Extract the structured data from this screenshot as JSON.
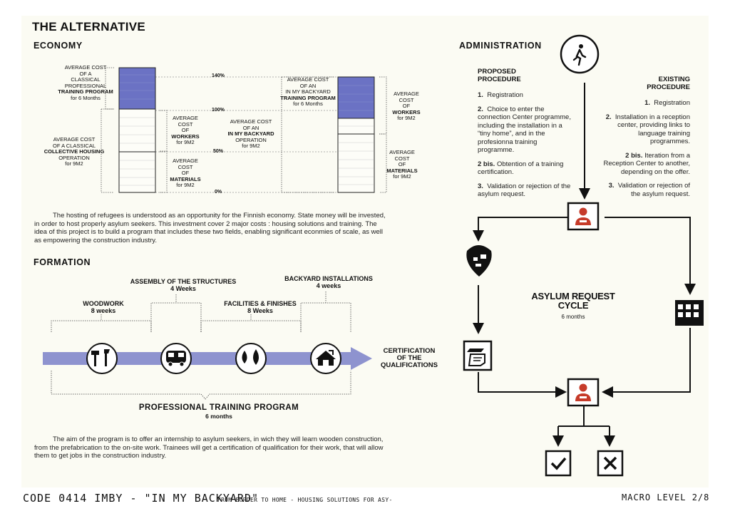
{
  "page_title": "THE ALTERNATIVE",
  "economy": {
    "heading": "ECONOMY",
    "percent_labels": [
      "140%",
      "100%",
      "50%",
      "0%"
    ],
    "labels": {
      "training_lead": "AVERAGE COST\nOF A\nCLASSICAL\nPROFESSIONAL",
      "training_bold": "TRAINING PROGRAM",
      "training_tail": "for 6 Months",
      "collective_lead": "AVERAGE COST\nOF A CLASSICAL",
      "collective_bold": "COLLECTIVE HOUSING",
      "collective_tail": "OPERATION\nfor 9M2",
      "workers_lead": "AVERAGE COST\nOF",
      "workers_bold": "WORKERS",
      "workers_tail": "for 9M2",
      "materials_lead": "AVERAGE COST\nOF",
      "materials_bold": "MATERIALS",
      "materials_tail": "for 9M2",
      "backyard_op_lead": "AVERAGE COST\nOF AN",
      "backyard_op_bold": "IN MY BACKYARD",
      "backyard_op_tail": "OPERATION\nfor 9M2",
      "backyard_tr_lead": "AVERAGE COST\nOF AN\nIN MY BACKYARD",
      "backyard_tr_bold": "TRAINING PROGRAM",
      "backyard_tr_tail": "for 6 Months",
      "workers2_lead": "AVERAGE COST\nOF",
      "workers2_bold": "WORKERS",
      "workers2_tail": "for 9M2",
      "materials2_lead": "AVERAGE COST\nOF",
      "materials2_bold": "MATERIALS",
      "materials2_tail": "for 9M2"
    },
    "paragraph": "The hosting of refugees is understood as an opportunity for the Finnish economy. State money will be invested, in order to host properly asylum seekers. This investment cover 2 major costs : housing solutions and training. The idea of this project is to build a program that includes these two fields, enabling significant econmies of scale, as well as empowering the construction industry.",
    "colors": {
      "training": "#6b72c4",
      "frame": "#222222"
    }
  },
  "formation": {
    "heading": "FORMATION",
    "stages": [
      {
        "title": "WOODWORK",
        "duration": "8 weeks"
      },
      {
        "title": "ASSEMBLY OF THE STRUCTURES",
        "duration": "4 Weeks"
      },
      {
        "title": "FACILITIES  & FINISHES",
        "duration": "8 Weeks"
      },
      {
        "title": "BACKYARD INSTALLATIONS",
        "duration": "4 weeks"
      }
    ],
    "arrow_end": "CERTIFICATION\nOF THE\nQUALIFICATIONS",
    "program_title": "PROFESSIONAL TRAINING PROGRAM",
    "program_duration": "6 months",
    "paragraph": "The aim of the program is to offer an internship to asylum seekers, in wich they will learn wooden construction, from the prefabrication to the on-site work. Trainees will get a certification of qualification for their work, that will allow them to get jobs in the construction industry.",
    "icons": [
      "tools-icon",
      "truck-icon",
      "drops-icon",
      "house-icon"
    ],
    "arrow_color": "#8e93cf"
  },
  "administration": {
    "heading": "ADMINISTRATION",
    "proposed": {
      "title": "PROPOSED\nPROCEDURE",
      "steps": [
        {
          "num": "1.",
          "text": "Registration"
        },
        {
          "num": "2.",
          "text": "Choice to enter the connection Center programme, including the installation in a “tiny home”, and in the profesionna training programme."
        },
        {
          "num": "2 bis.",
          "text": "Obtention of a training certification."
        },
        {
          "num": "3.",
          "text": "Validation or rejection of the asylum request."
        }
      ]
    },
    "existing": {
      "title": "EXISTING\nPROCEDURE",
      "steps": [
        {
          "num": "1.",
          "text": "Registration"
        },
        {
          "num": "2.",
          "text": "Installation in a reception center, providing links to  language training programmes."
        },
        {
          "num": "2 bis.",
          "text": "Iteration  from a Reception Center to another, depending on the offer."
        },
        {
          "num": "3.",
          "text": "Validation or  rejection of the asylum request."
        }
      ]
    },
    "cycle_title": "ASYLUM REQUEST\nCYCLE",
    "cycle_duration": "6 months",
    "icon_color": "#c63b2a"
  },
  "footer": {
    "left": "CODE 0414  IMBY - \"IN MY BACKYARD\"",
    "middle": "FROM BORDER TO HOME - HOUSING SOLUTIONS FOR ASY-",
    "right": "MACRO LEVEL  2/8"
  }
}
